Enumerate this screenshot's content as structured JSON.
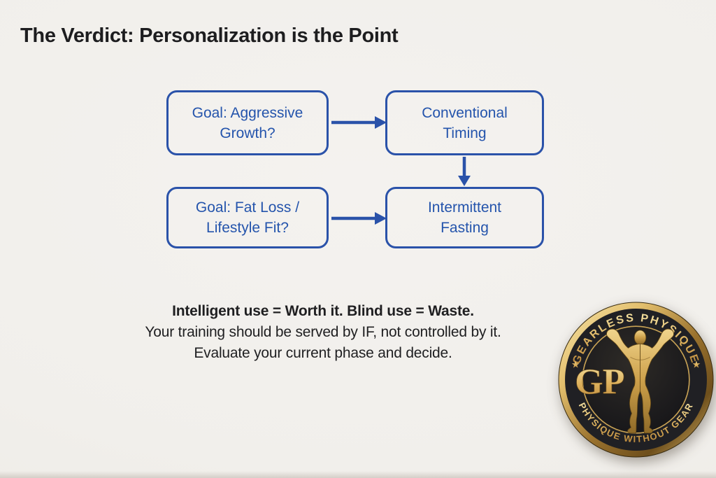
{
  "slide": {
    "title": "The Verdict: Personalization is the Point",
    "background_color": "#f1efeb",
    "title_color": "#1d1d1f"
  },
  "flowchart": {
    "accent": "#2a52a9",
    "text_color": "#2454ac",
    "nodes": [
      {
        "id": "goal-aggressive-growth",
        "line1": "Goal: Aggressive",
        "line2": "Growth?"
      },
      {
        "id": "conventional-timing",
        "line1": "Conventional",
        "line2": "Timing"
      },
      {
        "id": "goal-fat-loss-lifestyle",
        "line1": "Goal: Fat Loss /",
        "line2": "Lifestyle Fit?"
      },
      {
        "id": "intermittent-fasting",
        "line1": "Intermittent",
        "line2": "Fasting"
      }
    ],
    "edges": [
      {
        "from": "goal-aggressive-growth",
        "to": "conventional-timing"
      },
      {
        "from": "conventional-timing",
        "to": "intermittent-fasting"
      },
      {
        "from": "goal-fat-loss-lifestyle",
        "to": "intermittent-fasting"
      }
    ]
  },
  "verdict": {
    "line1": "Intelligent use = Worth it. Blind use = Waste.",
    "line2": "Your training should be served by IF, not controlled by it.",
    "line3": "Evaluate your current phase and decide."
  },
  "logo": {
    "arc_top": "GEARLESS PHYSIQUE",
    "arc_bottom": "PHYSIQUE WITHOUT GEAR",
    "monogram": "GP",
    "star": "★",
    "colors": {
      "gold": "#d7ab55",
      "gold_light": "#f5e3a4",
      "gold_dark": "#8a6426",
      "field_dark": "#1d1c1f"
    }
  }
}
